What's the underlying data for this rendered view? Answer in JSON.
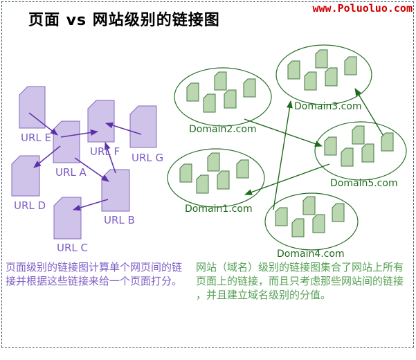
{
  "header": {
    "title": "页面 vs 网站级别的链接图",
    "watermark": "www.Poluoluo.com"
  },
  "page_graph": {
    "nodes": [
      {
        "label": "URL E"
      },
      {
        "label": "URL A"
      },
      {
        "label": "URL F"
      },
      {
        "label": "URL G"
      },
      {
        "label": "URL D"
      },
      {
        "label": "URL B"
      },
      {
        "label": "URL C"
      }
    ],
    "links": [
      "URL E→URL A",
      "URL A→URL F",
      "URL G→URL F",
      "URL B→URL F",
      "URL A→URL D",
      "URL A→URL B",
      "URL B→URL C"
    ],
    "caption": "页面级别的链接图计算单个网页间的链接并根据这些链接来给一个页面打分。"
  },
  "site_graph": {
    "domains": [
      {
        "label": "Domain2.com",
        "pages": 5
      },
      {
        "label": "Domain3.com",
        "pages": 5
      },
      {
        "label": "Domain5.com",
        "pages": 5
      },
      {
        "label": "Domain1.com",
        "pages": 5
      },
      {
        "label": "Domain4.com",
        "pages": 5
      }
    ],
    "links": [
      "Domain2.com→Domain5.com",
      "Domain4.com→Domain3.com",
      "Domain5.com→Domain3.com",
      "Domain5.com→Domain1.com"
    ],
    "caption": "网站（域名）级别的链接图集合了网站上所有页面上的链接，而且只考虑那些网站间的链接，并且建立域名级别的分值。"
  },
  "colors": {
    "purple_fill": "#cfc3e9",
    "purple_border": "#8468bf",
    "purple_arrow": "#6633aa",
    "purple_text": "#7d5fc6",
    "green_fill": "#bad7b0",
    "green_border": "#447744",
    "green_line": "#1d6b1d",
    "green_text": "#55a055",
    "watermark_red": "#cc0000",
    "title_black": "#000000"
  }
}
